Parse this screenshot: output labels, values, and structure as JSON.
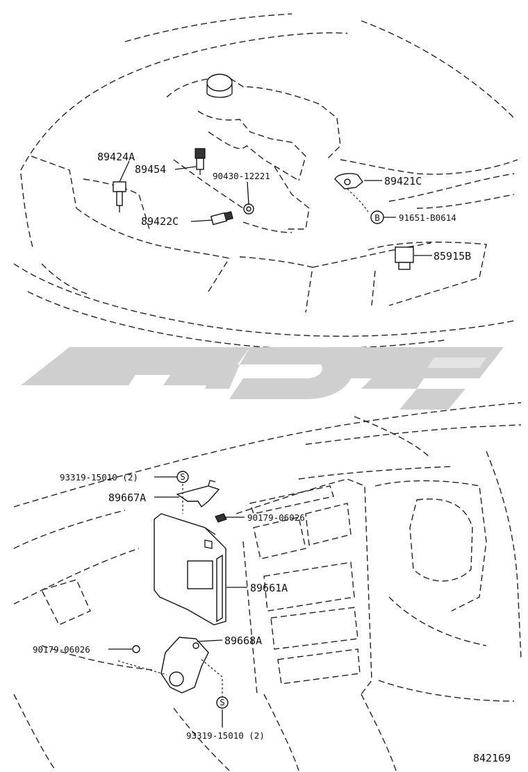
{
  "diagram_id": "842169",
  "marker_b": "B",
  "marker_s": "S",
  "parts": {
    "p89424A": "89424A",
    "p89454": "89454",
    "p90430": "90430-12221",
    "p89421C": "89421C",
    "p91651": "91651-B0614",
    "p89422C": "89422C",
    "p85915B": "85915B",
    "p93319_top": "93319-15010 (2)",
    "p89667A": "89667A",
    "p90179_top": "90179-06026",
    "p89661A": "89661A",
    "p89668A": "89668A",
    "p90179_bottom": "90179-06026",
    "p93319_bottom": "93319-15010 (2)"
  },
  "watermark": {
    "color": "#cfcfcf"
  }
}
